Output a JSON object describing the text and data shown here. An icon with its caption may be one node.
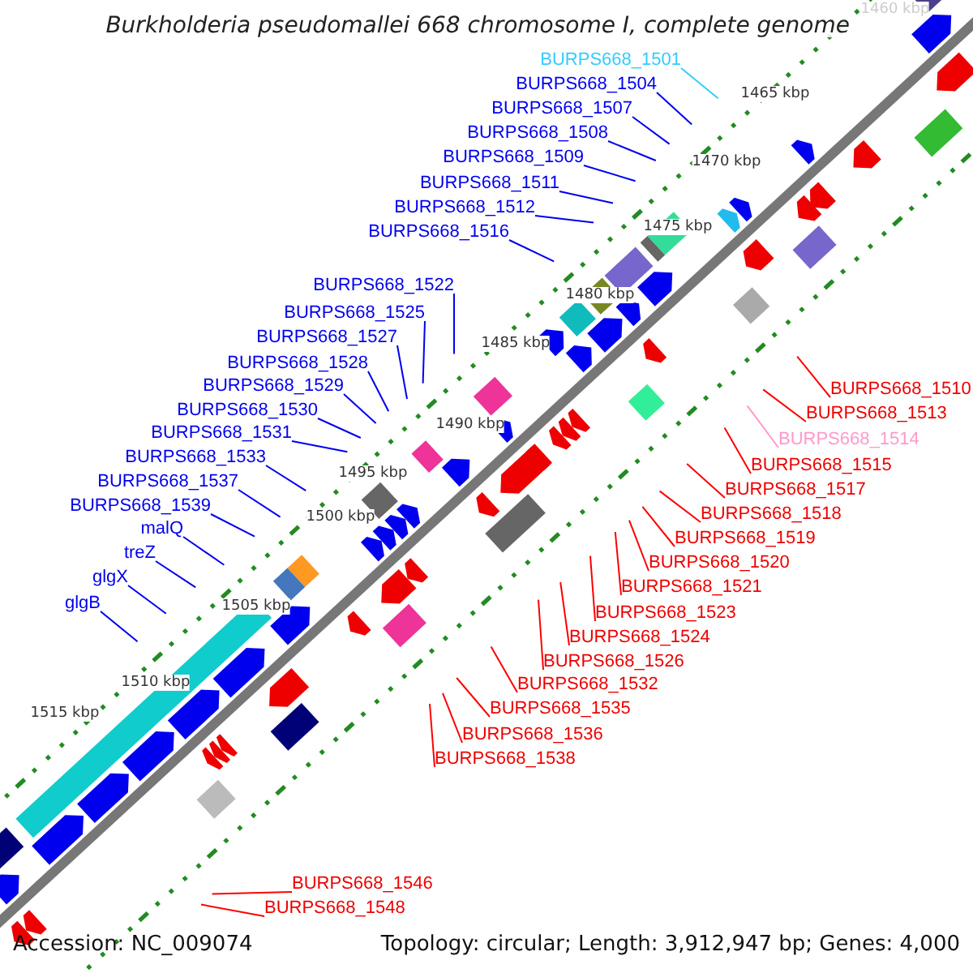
{
  "diagram": {
    "title": "Burkholderia pseudomallei 668 chromosome I, complete genome",
    "nodes": [
      {
        "text": [
          "BURPS668_1501"
        ]
      },
      {
        "text": [
          "BURPS668_1504"
        ]
      },
      {
        "text": [
          "BURPS668_1507"
        ]
      },
      {
        "text": [
          "BURPS668_1508"
        ]
      },
      {
        "text": [
          "BURPS668_1509"
        ]
      },
      {
        "text": [
          "BURPS668_1511"
        ]
      },
      {
        "text": [
          "BURPS668_1512"
        ]
      },
      {
        "text": [
          "BURPS668_1516"
        ]
      },
      {
        "text": [
          "BURPS668_1522"
        ]
      },
      {
        "text": [
          "BURPS668_1525"
        ]
      },
      {
        "text": [
          "BURPS668_1527"
        ]
      },
      {
        "text": [
          "BURPS668_1528"
        ]
      },
      {
        "text": [
          "BURPS668_1529"
        ]
      },
      {
        "text": [
          "BURPS668_1530"
        ]
      },
      {
        "text": [
          "BURPS668_1531"
        ]
      },
      {
        "text": [
          "BURPS668_1533"
        ]
      },
      {
        "text": [
          "BURPS668_1537"
        ]
      },
      {
        "text": [
          "BURPS668_1539"
        ]
      },
      {
        "text": [
          "malQ"
        ]
      },
      {
        "text": [
          "treZ"
        ]
      },
      {
        "text": [
          "glgX"
        ]
      },
      {
        "text": [
          "glgB"
        ]
      },
      {
        "text": [
          "BURPS668_1510"
        ]
      },
      {
        "text": [
          "BURPS668_1513"
        ]
      },
      {
        "text": [
          "BURPS668_1514"
        ]
      },
      {
        "text": [
          "BURPS668_1515"
        ]
      },
      {
        "text": [
          "BURPS668_1517"
        ]
      },
      {
        "text": [
          "BURPS668_1518"
        ]
      },
      {
        "text": [
          "BURPS668_1519"
        ]
      },
      {
        "text": [
          "BURPS668_1520"
        ]
      },
      {
        "text": [
          "BURPS668_1521"
        ]
      },
      {
        "text": [
          "BURPS668_1523"
        ]
      },
      {
        "text": [
          "BURPS668_1524"
        ]
      },
      {
        "text": [
          "BURPS668_1526"
        ]
      },
      {
        "text": [
          "BURPS668_1532"
        ]
      },
      {
        "text": [
          "BURPS668_1535"
        ]
      },
      {
        "text": [
          "BURPS668_1536"
        ]
      },
      {
        "text": [
          "BURPS668_1538"
        ]
      },
      {
        "text": [
          "BURPS668_1546"
        ]
      },
      {
        "text": [
          "BURPS668_1548"
        ]
      }
    ],
    "edges": [
      {
        "from": 0,
        "to": null,
        "arrow": "none",
        "color": "#33ccff"
      },
      {
        "from": 1,
        "to": null,
        "arrow": "none"
      },
      {
        "from": 2,
        "to": null,
        "arrow": "none"
      },
      {
        "from": 3,
        "to": null,
        "arrow": "none"
      },
      {
        "from": 4,
        "to": null,
        "arrow": "none"
      },
      {
        "from": 5,
        "to": null,
        "arrow": "none"
      },
      {
        "from": 6,
        "to": null,
        "arrow": "none"
      },
      {
        "from": 7,
        "to": null,
        "arrow": "none"
      },
      {
        "from": 8,
        "to": null,
        "arrow": "none"
      },
      {
        "from": 9,
        "to": null,
        "arrow": "none"
      },
      {
        "from": 10,
        "to": null,
        "arrow": "none"
      },
      {
        "from": 11,
        "to": null,
        "arrow": "none"
      },
      {
        "from": 12,
        "to": null,
        "arrow": "none"
      },
      {
        "from": 13,
        "to": null,
        "arrow": "none"
      },
      {
        "from": 14,
        "to": null,
        "arrow": "none"
      },
      {
        "from": 15,
        "to": null,
        "arrow": "none"
      },
      {
        "from": 16,
        "to": null,
        "arrow": "none"
      },
      {
        "from": 17,
        "to": null,
        "arrow": "none"
      },
      {
        "from": 18,
        "to": null,
        "arrow": "none"
      },
      {
        "from": 19,
        "to": null,
        "arrow": "none"
      },
      {
        "from": 20,
        "to": null,
        "arrow": "none"
      },
      {
        "from": 21,
        "to": null,
        "arrow": "none"
      },
      {
        "from": 22,
        "to": null,
        "arrow": "none",
        "color": "#ff0000"
      },
      {
        "from": 23,
        "to": null,
        "arrow": "none",
        "color": "#ff0000"
      },
      {
        "from": 24,
        "to": null,
        "arrow": "none",
        "color": "#ff99cc"
      },
      {
        "from": 25,
        "to": null,
        "arrow": "none",
        "color": "#ff0000"
      },
      {
        "from": 26,
        "to": null,
        "arrow": "none",
        "color": "#ff0000"
      },
      {
        "from": 27,
        "to": null,
        "arrow": "none",
        "color": "#ff0000"
      },
      {
        "from": 28,
        "to": null,
        "arrow": "none",
        "color": "#ff0000"
      },
      {
        "from": 29,
        "to": null,
        "arrow": "none",
        "color": "#ff0000"
      },
      {
        "from": 30,
        "to": null,
        "arrow": "none",
        "color": "#ff0000"
      },
      {
        "from": 31,
        "to": null,
        "arrow": "none",
        "color": "#ff0000"
      },
      {
        "from": 32,
        "to": null,
        "arrow": "none",
        "color": "#ff0000"
      },
      {
        "from": 33,
        "to": null,
        "arrow": "none",
        "color": "#ff0000"
      },
      {
        "from": 34,
        "to": null,
        "arrow": "none",
        "color": "#ff0000"
      },
      {
        "from": 35,
        "to": null,
        "arrow": "none",
        "color": "#ff0000"
      },
      {
        "from": 36,
        "to": null,
        "arrow": "none",
        "color": "#ff0000"
      },
      {
        "from": 37,
        "to": null,
        "arrow": "none",
        "color": "#ff0000"
      },
      {
        "from": 38,
        "to": null,
        "arrow": "none",
        "color": "#ff0000"
      },
      {
        "from": 39,
        "to": null,
        "arrow": "none",
        "color": "#ff0000"
      }
    ],
    "labels": [
      "1460 kbp",
      "1465 kbp",
      "1470 kbp",
      "1475 kbp",
      "1480 kbp",
      "1485 kbp",
      "1490 kbp",
      "1495 kbp",
      "1500 kbp",
      "1505 kbp",
      "1510 kbp",
      "1515 kbp",
      "Accession: NC_009074",
      "Topology: circular; Length: 3,912,947 bp; Genes: 4,000"
    ]
  }
}
